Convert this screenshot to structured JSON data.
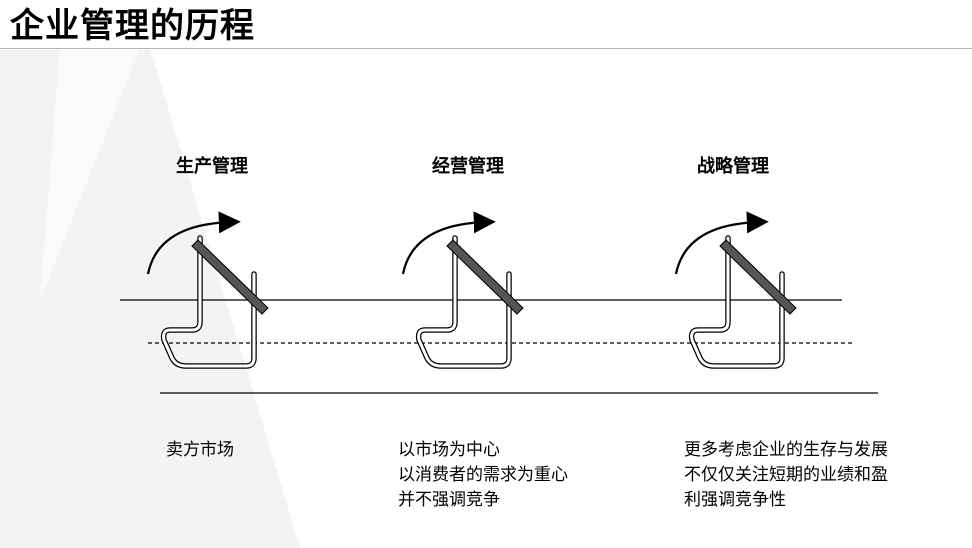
{
  "page": {
    "title": "企业管理的历程"
  },
  "stages": [
    {
      "label": "生产管理",
      "desc": [
        "卖方市场"
      ]
    },
    {
      "label": "经营管理",
      "desc": [
        "以市场为中心",
        "以消费者的需求为重心",
        "并不强调竞争"
      ]
    },
    {
      "label": "战略管理",
      "desc": [
        "更多考虑企业的生存与发展",
        "不仅仅关注短期的业绩和盈",
        "利强调竞争性"
      ]
    }
  ],
  "colors": {
    "title_rule": "#b8b8b8",
    "background_wedge": "#f2f2f2",
    "line": "#000000",
    "bar": "#555555"
  }
}
